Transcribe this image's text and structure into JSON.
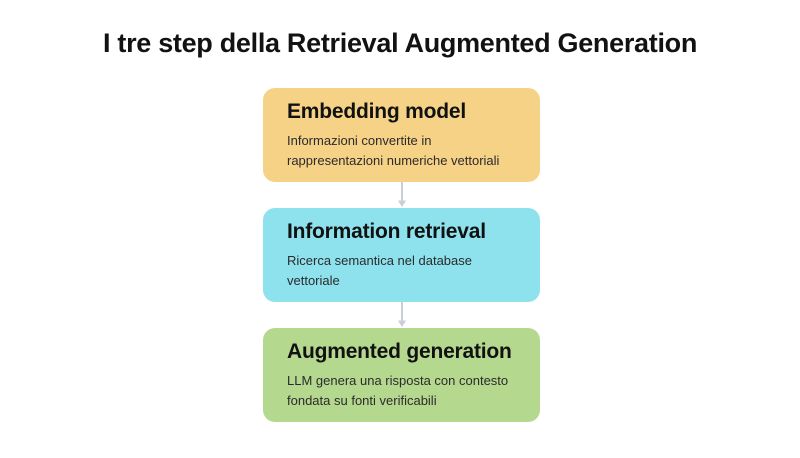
{
  "title": "I tre step della Retrieval Augmented Generation",
  "steps": [
    {
      "heading": "Embedding model",
      "description": "Informazioni convertite in rappresentazioni numeriche vettoriali",
      "color": "#F6D287"
    },
    {
      "heading": "Information retrieval",
      "description": "Ricerca semantica nel database vettoriale",
      "color": "#8EE2ED"
    },
    {
      "heading": "Augmented generation",
      "description": "LLM genera una risposta con contesto fondata su fonti verificabili",
      "color": "#B5D88F"
    }
  ],
  "colors": {
    "background": "#FFFFFF",
    "title_text": "#121212",
    "heading_text": "#111111",
    "description_text": "#2B2B2B",
    "arrow": "#C8CED6"
  },
  "icons": {
    "connector": "arrow-down-icon"
  }
}
